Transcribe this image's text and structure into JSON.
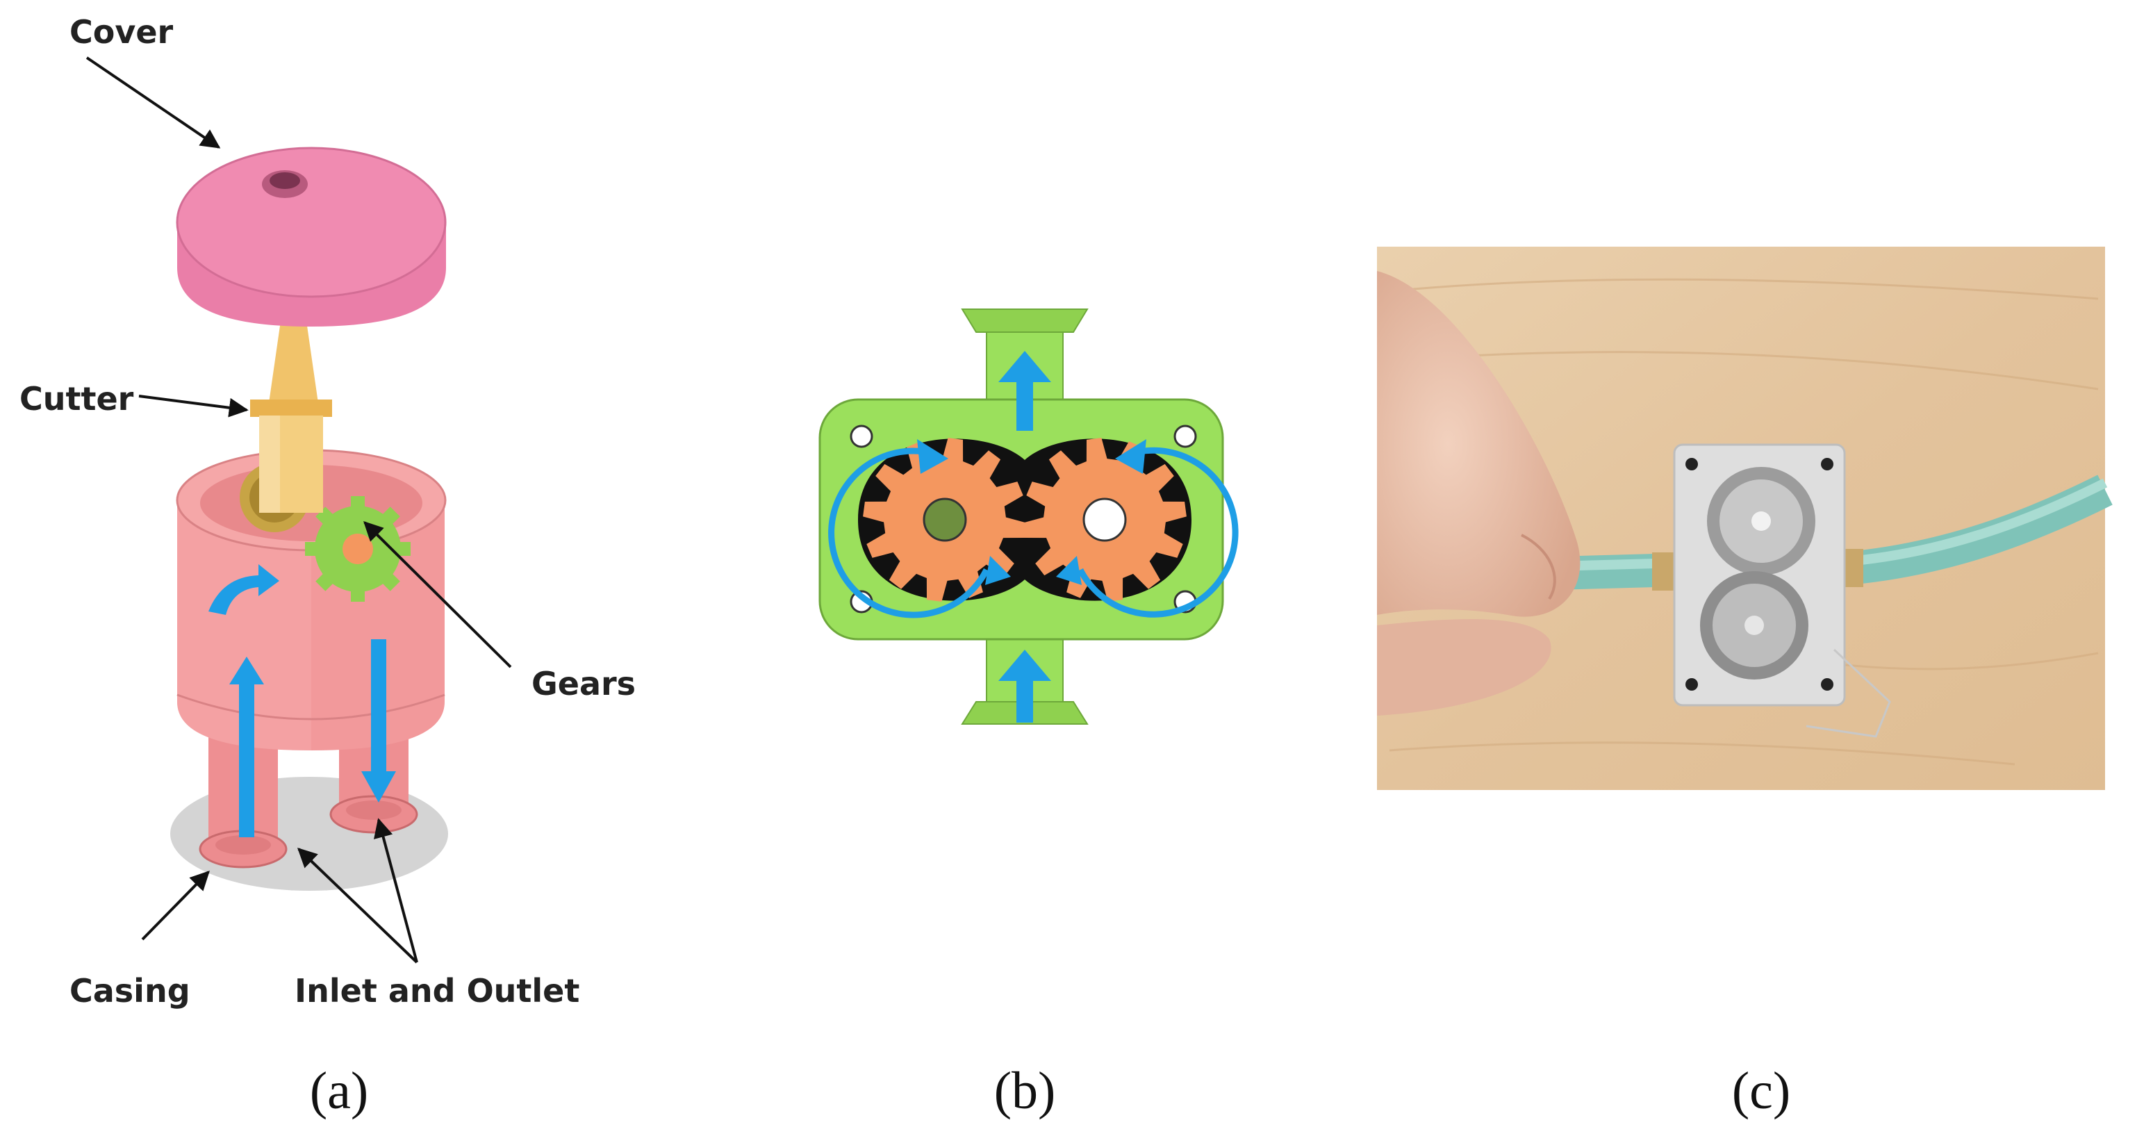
{
  "panels": {
    "a": {
      "caption": "(a)",
      "labels": {
        "cover": "Cover",
        "cutter": "Cutter",
        "gears": "Gears",
        "casing": "Casing",
        "inlet_outlet": "Inlet and Outlet"
      }
    },
    "b": {
      "caption": "(b)"
    },
    "c": {
      "caption": "(c)"
    }
  },
  "colors": {
    "cover": "#f08bb1",
    "casing": "#f2999b",
    "cutter": "#f1c36a",
    "gear_green": "#8fd14f",
    "gear_orange": "#f4975f",
    "housing_green": "#9be05c",
    "flow_arrow": "#1e9ee6",
    "wood": "#e7c8a3"
  }
}
